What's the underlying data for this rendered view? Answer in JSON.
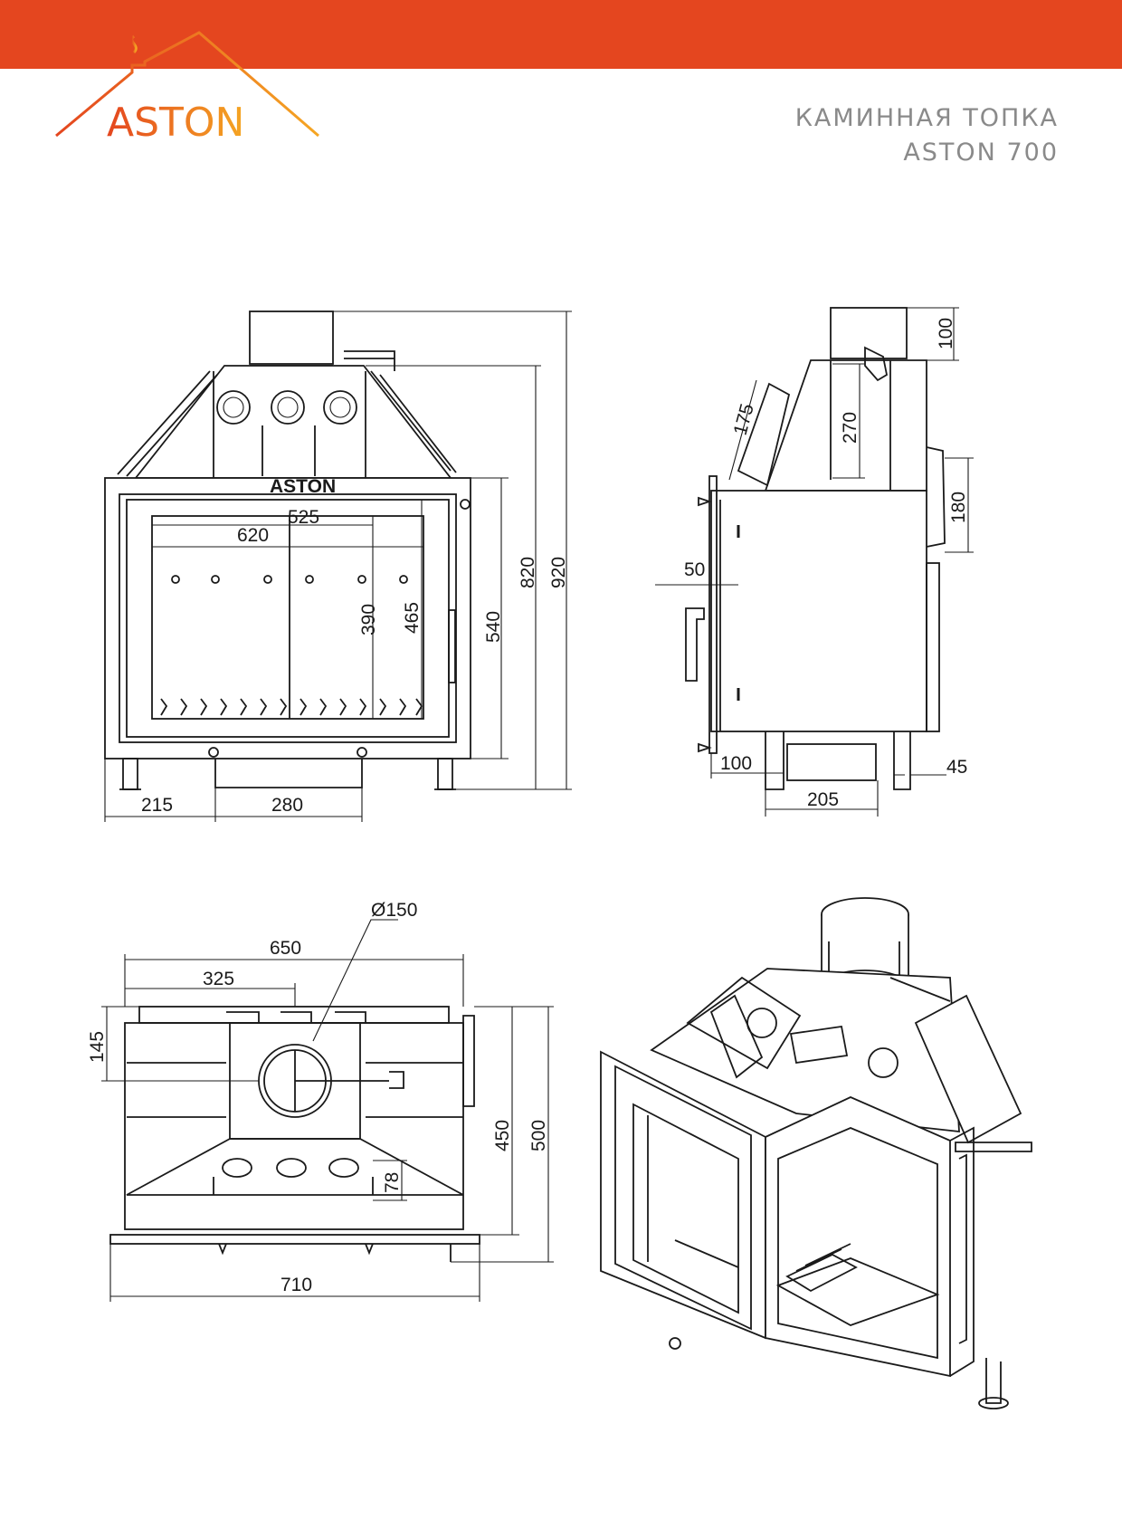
{
  "header": {
    "brand": "ASTON",
    "title_line1": "КАМИННАЯ ТОПКА",
    "title_line2": "ASTON 700",
    "bar_color": "#e4461f",
    "logo_gradient": [
      "#e4461f",
      "#f5a623"
    ]
  },
  "front_view": {
    "door_logo": "ASTON",
    "dims": {
      "w525": "525",
      "w620": "620",
      "h390": "390",
      "h465": "465",
      "h540": "540",
      "h820": "820",
      "h920": "920",
      "w215": "215",
      "w280": "280"
    }
  },
  "side_view": {
    "dims": {
      "d100": "100",
      "d175": "175",
      "d270": "270",
      "d180": "180",
      "d50": "50",
      "d100b": "100",
      "d205": "205",
      "d45": "45"
    }
  },
  "top_view": {
    "dims": {
      "dia": "Ø150",
      "w650": "650",
      "w325": "325",
      "h145": "145",
      "h450": "450",
      "h500": "500",
      "h78": "78",
      "w710": "710"
    }
  }
}
